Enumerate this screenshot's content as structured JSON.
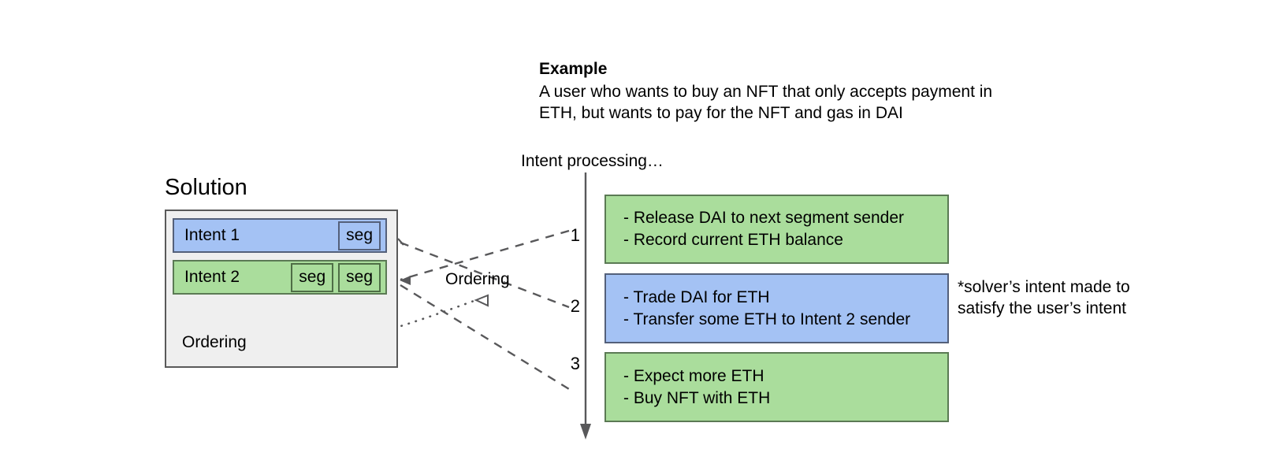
{
  "example": {
    "title": "Example",
    "body": "A user who wants to buy an NFT that only accepts payment in ETH, but wants to pay for the NFT and gas in DAI"
  },
  "solution": {
    "title": "Solution",
    "ordering_label": "Ordering",
    "intents": [
      {
        "label": "Intent 1",
        "color": "#a4c2f4",
        "segments": [
          "seg"
        ]
      },
      {
        "label": "Intent 2",
        "color": "#aadd9c",
        "segments": [
          "seg",
          "seg"
        ]
      }
    ]
  },
  "middle": {
    "ordering_label": "Ordering"
  },
  "processing": {
    "axis_label": "Intent processing…",
    "numbers": [
      "1",
      "2",
      "3"
    ]
  },
  "steps": [
    {
      "number": "1",
      "color": "#aadd9c",
      "lines": [
        "- Release DAI to next segment sender",
        "- Record current ETH balance"
      ]
    },
    {
      "number": "2",
      "color": "#a4c2f4",
      "lines": [
        "- Trade DAI for ETH",
        "- Transfer some ETH to Intent 2 sender"
      ]
    },
    {
      "number": "3",
      "color": "#aadd9c",
      "lines": [
        "- Expect more ETH",
        "- Buy NFT with ETH"
      ]
    }
  ],
  "footnote": {
    "text": "*solver’s intent made to satisfy the user’s intent"
  },
  "colors": {
    "green_fill": "#aadd9c",
    "blue_fill": "#a4c2f4",
    "green_stroke": "#5b7a54",
    "blue_stroke": "#54607a",
    "panel_fill": "#efefef",
    "panel_stroke": "#595959",
    "connector": "#58585a",
    "text": "#000000"
  }
}
